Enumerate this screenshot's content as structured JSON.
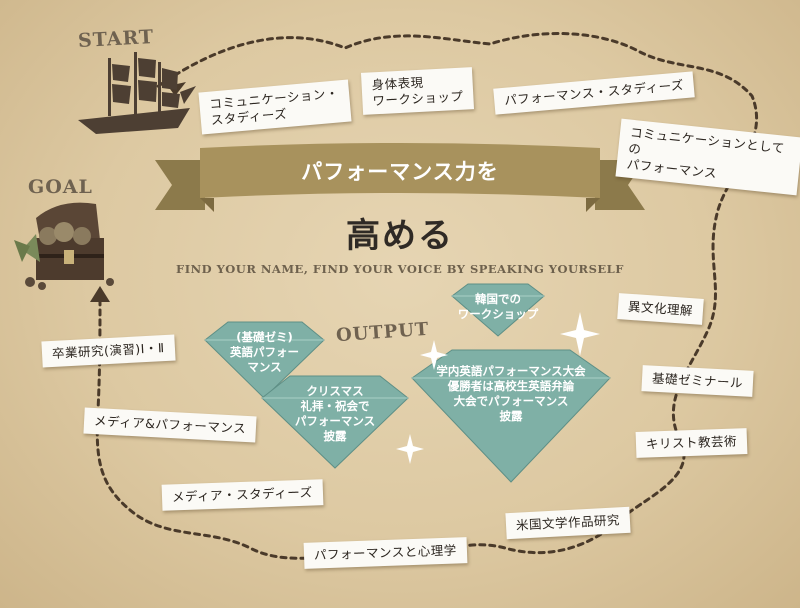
{
  "stamps": {
    "start": "START",
    "goal": "GOAL",
    "output": "OUTPUT"
  },
  "banner": {
    "ribbon": "パフォーマンス力を",
    "headline": "高める",
    "subline": "FIND YOUR NAME, FIND YOUR VOICE BY SPEAKING YOURSELF"
  },
  "courses": [
    "コミュニケーション・\nスタディーズ",
    "身体表現\nワークショップ",
    "パフォーマンス・スタディーズ",
    "コミュニケーションとしての\nパフォーマンス",
    "異文化理解",
    "基礎ゼミナール",
    "キリスト教芸術",
    "米国文学作品研究",
    "パフォーマンスと心理学",
    "メディア・スタディーズ",
    "メディア&パフォーマンス",
    "卒業研究(演習)Ⅰ・Ⅱ"
  ],
  "outputs": [
    "韓国での\nワークショップ",
    "(基礎ゼミ)\n英語パフォー\nマンス",
    "クリスマス\n礼拝・祝会で\nパフォーマンス\n披露",
    "学内英語パフォーマンス大会\n優勝者は高校生英語弁論\n大会でパフォーマンス\n披露"
  ],
  "colors": {
    "parchment": "#e3d1ad",
    "ribbon": "#a8925d",
    "ribbon_fold": "#7c6a40",
    "gem": "#7fb0a6",
    "trail": "#4a3a2a",
    "ink": "#2f2a25"
  },
  "icons": [
    "ship-icon",
    "treasure-chest-icon",
    "sparkle-icon",
    "arrow-up-icon"
  ]
}
